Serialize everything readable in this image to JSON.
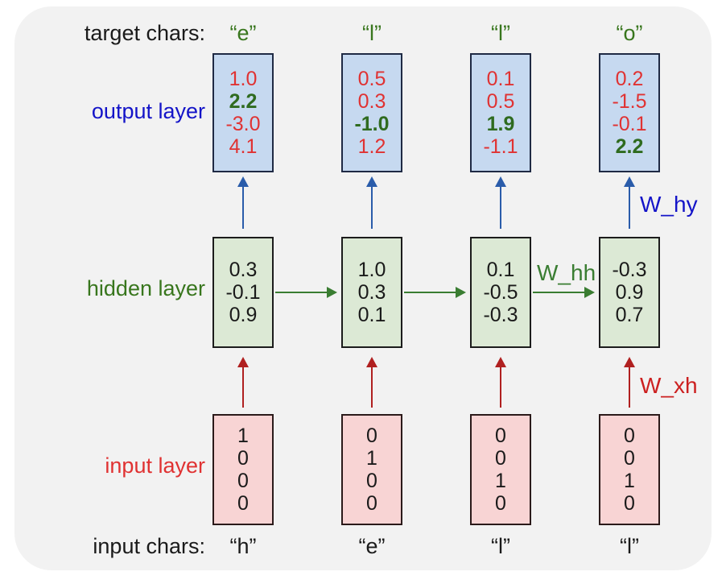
{
  "labels": {
    "target_chars": "target chars:",
    "output_layer": "output layer",
    "hidden_layer": "hidden layer",
    "input_layer": "input layer",
    "input_chars": "input chars:"
  },
  "weights": {
    "w_hy": "W_hy",
    "w_hh": "W_hh",
    "w_xh": "W_xh"
  },
  "colors": {
    "panel_bg": "#f2f2f2",
    "output_fill": "#c6d9f0",
    "output_border": "#1f2a44",
    "hidden_fill": "#dce9d5",
    "hidden_border": "#1c1c1c",
    "input_fill": "#f8d4d4",
    "input_border": "#2b1a1a",
    "blue_text": "#1414c8",
    "green_text": "#38761d",
    "red_text": "#e03232",
    "black_text": "#1a1a1a",
    "arrow_blue": "#2a5caa",
    "arrow_green": "#3a7d32",
    "arrow_red": "#b02020",
    "highlight_green": "#2f6b1f"
  },
  "chart_data": {
    "type": "diagram",
    "title": "Character-level RNN unrolled over four timesteps",
    "timesteps": 4,
    "vocab": [
      "h",
      "e",
      "l",
      "o"
    ],
    "input_sequence": [
      "h",
      "e",
      "l",
      "l"
    ],
    "target_sequence": [
      "e",
      "l",
      "l",
      "o"
    ],
    "columns": [
      {
        "index": 0,
        "target_char": "“e”",
        "input_char": "“h”",
        "output": [
          {
            "value": "1.0",
            "highlight": false
          },
          {
            "value": "2.2",
            "highlight": true
          },
          {
            "value": "-3.0",
            "highlight": false
          },
          {
            "value": "4.1",
            "highlight": false
          }
        ],
        "hidden": [
          "0.3",
          "-0.1",
          "0.9"
        ],
        "input": [
          "1",
          "0",
          "0",
          "0"
        ]
      },
      {
        "index": 1,
        "target_char": "“l”",
        "input_char": "“e”",
        "output": [
          {
            "value": "0.5",
            "highlight": false
          },
          {
            "value": "0.3",
            "highlight": false
          },
          {
            "value": "-1.0",
            "highlight": true
          },
          {
            "value": "1.2",
            "highlight": false
          }
        ],
        "hidden": [
          "1.0",
          "0.3",
          "0.1"
        ],
        "input": [
          "0",
          "1",
          "0",
          "0"
        ]
      },
      {
        "index": 2,
        "target_char": "“l”",
        "input_char": "“l”",
        "output": [
          {
            "value": "0.1",
            "highlight": false
          },
          {
            "value": "0.5",
            "highlight": false
          },
          {
            "value": "1.9",
            "highlight": true
          },
          {
            "value": "-1.1",
            "highlight": false
          }
        ],
        "hidden": [
          "0.1",
          "-0.5",
          "-0.3"
        ],
        "input": [
          "0",
          "0",
          "1",
          "0"
        ]
      },
      {
        "index": 3,
        "target_char": "“o”",
        "input_char": "“l”",
        "output": [
          {
            "value": "0.2",
            "highlight": false
          },
          {
            "value": "-1.5",
            "highlight": false
          },
          {
            "value": "-0.1",
            "highlight": false
          },
          {
            "value": "2.2",
            "highlight": true
          }
        ],
        "hidden": [
          "-0.3",
          "0.9",
          "0.7"
        ],
        "input": [
          "0",
          "0",
          "1",
          "0"
        ]
      }
    ]
  }
}
